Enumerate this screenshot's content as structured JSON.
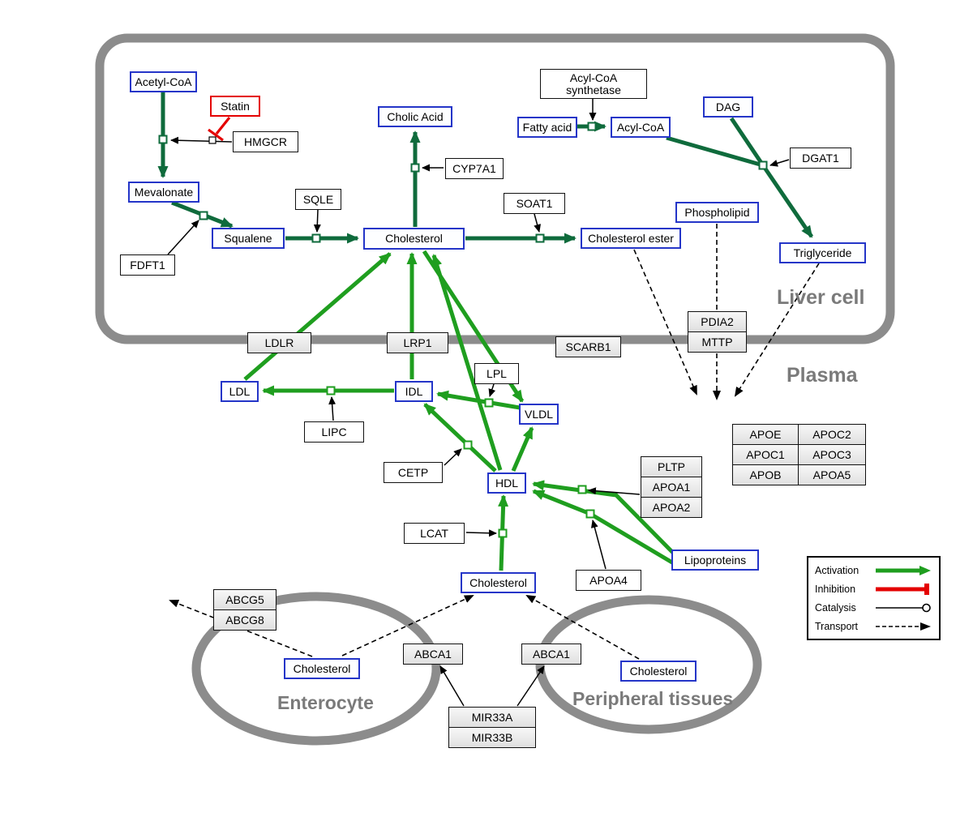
{
  "regions": {
    "liver_cell": {
      "label": "Liver cell"
    },
    "plasma": {
      "label": "Plasma"
    },
    "enterocyte": {
      "label": "Enterocyte"
    },
    "peripheral_tissues": {
      "label": "Peripheral tissues"
    }
  },
  "nodes": {
    "acetyl_coa": {
      "label": "Acetyl-CoA",
      "type": "metabolite"
    },
    "statin": {
      "label": "Statin",
      "type": "inhibitor"
    },
    "hmgcr": {
      "label": "HMGCR",
      "type": "enzyme"
    },
    "mevalonate": {
      "label": "Mevalonate",
      "type": "metabolite"
    },
    "fdft1": {
      "label": "FDFT1",
      "type": "enzyme"
    },
    "squalene": {
      "label": "Squalene",
      "type": "metabolite"
    },
    "sqle": {
      "label": "SQLE",
      "type": "enzyme"
    },
    "cholesterol_liver": {
      "label": "Cholesterol",
      "type": "metabolite"
    },
    "cholic_acid": {
      "label": "Cholic Acid",
      "type": "metabolite"
    },
    "cyp7a1": {
      "label": "CYP7A1",
      "type": "enzyme"
    },
    "soat1": {
      "label": "SOAT1",
      "type": "enzyme"
    },
    "cholesterol_ester": {
      "label": "Cholesterol ester",
      "type": "metabolite"
    },
    "acyl_coa_synthetase": {
      "label_line1": "Acyl-CoA",
      "label_line2": "synthetase",
      "type": "enzyme"
    },
    "fatty_acid": {
      "label": "Fatty acid",
      "type": "metabolite"
    },
    "acyl_coa": {
      "label": "Acyl-CoA",
      "type": "metabolite"
    },
    "dag": {
      "label": "DAG",
      "type": "metabolite"
    },
    "dgat1": {
      "label": "DGAT1",
      "type": "enzyme"
    },
    "phospholipid": {
      "label": "Phospholipid",
      "type": "metabolite"
    },
    "triglyceride": {
      "label": "Triglyceride",
      "type": "metabolite"
    },
    "ldlr": {
      "label": "LDLR",
      "type": "receptor"
    },
    "lrp1": {
      "label": "LRP1",
      "type": "receptor"
    },
    "scarb1": {
      "label": "SCARB1",
      "type": "receptor"
    },
    "pdia2": {
      "label": "PDIA2",
      "type": "enzyme"
    },
    "mttp": {
      "label": "MTTP",
      "type": "enzyme"
    },
    "ldl": {
      "label": "LDL",
      "type": "metabolite"
    },
    "lipc": {
      "label": "LIPC",
      "type": "enzyme"
    },
    "idl": {
      "label": "IDL",
      "type": "metabolite"
    },
    "lpl": {
      "label": "LPL",
      "type": "enzyme"
    },
    "vldl": {
      "label": "VLDL",
      "type": "metabolite"
    },
    "cetp": {
      "label": "CETP",
      "type": "enzyme"
    },
    "hdl": {
      "label": "HDL",
      "type": "metabolite"
    },
    "lcat": {
      "label": "LCAT",
      "type": "enzyme"
    },
    "pltp": {
      "label": "PLTP",
      "type": "enzyme"
    },
    "apoa1": {
      "label": "APOA1",
      "type": "enzyme"
    },
    "apoa2": {
      "label": "APOA2",
      "type": "enzyme"
    },
    "apoa4": {
      "label": "APOA4",
      "type": "enzyme"
    },
    "lipoproteins": {
      "label": "Lipoproteins",
      "type": "metabolite"
    },
    "apo_table": {
      "cells": [
        [
          "APOE",
          "APOC2"
        ],
        [
          "APOC1",
          "APOC3"
        ],
        [
          "APOB",
          "APOA5"
        ]
      ]
    },
    "cholesterol_plasma": {
      "label": "Cholesterol",
      "type": "metabolite"
    },
    "abcg5": {
      "label": "ABCG5",
      "type": "transporter"
    },
    "abcg8": {
      "label": "ABCG8",
      "type": "transporter"
    },
    "cholesterol_enterocyte": {
      "label": "Cholesterol",
      "type": "metabolite"
    },
    "abca1_left": {
      "label": "ABCA1",
      "type": "transporter"
    },
    "abca1_right": {
      "label": "ABCA1",
      "type": "transporter"
    },
    "cholesterol_peripheral": {
      "label": "Cholesterol",
      "type": "metabolite"
    },
    "mir33a": {
      "label": "MIR33A",
      "type": "rna"
    },
    "mir33b": {
      "label": "MIR33B",
      "type": "rna"
    }
  },
  "legend": {
    "activation": "Activation",
    "inhibition": "Inhibition",
    "catalysis": "Catalysis",
    "transport": "Transport"
  },
  "colors": {
    "metabolite_border": "#2435c8",
    "inhibitor_border": "#e40000",
    "reaction_green": "#0f6b3c",
    "activation_green": "#1f9e1f",
    "membrane_gray": "#8c8c8c",
    "region_label_gray": "#7a7a7a"
  }
}
